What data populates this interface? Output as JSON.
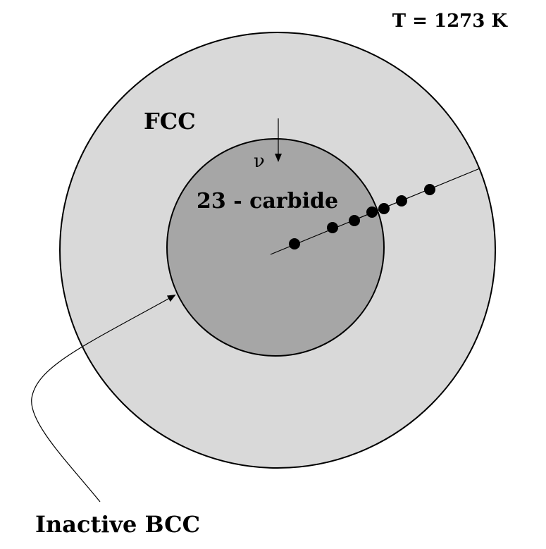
{
  "labels": {
    "temperature": "T = 1273 K",
    "outer_phase": "FCC",
    "inner_phase": "23 - carbide",
    "velocity_symbol": "ν",
    "inactive_phase": "Inactive BCC"
  },
  "colors": {
    "outer_fill": "#d9d9d9",
    "inner_fill": "#a6a6a6",
    "stroke": "#000000",
    "background": "#ffffff"
  },
  "grid_points": {
    "count": 7,
    "note_visible": false
  }
}
